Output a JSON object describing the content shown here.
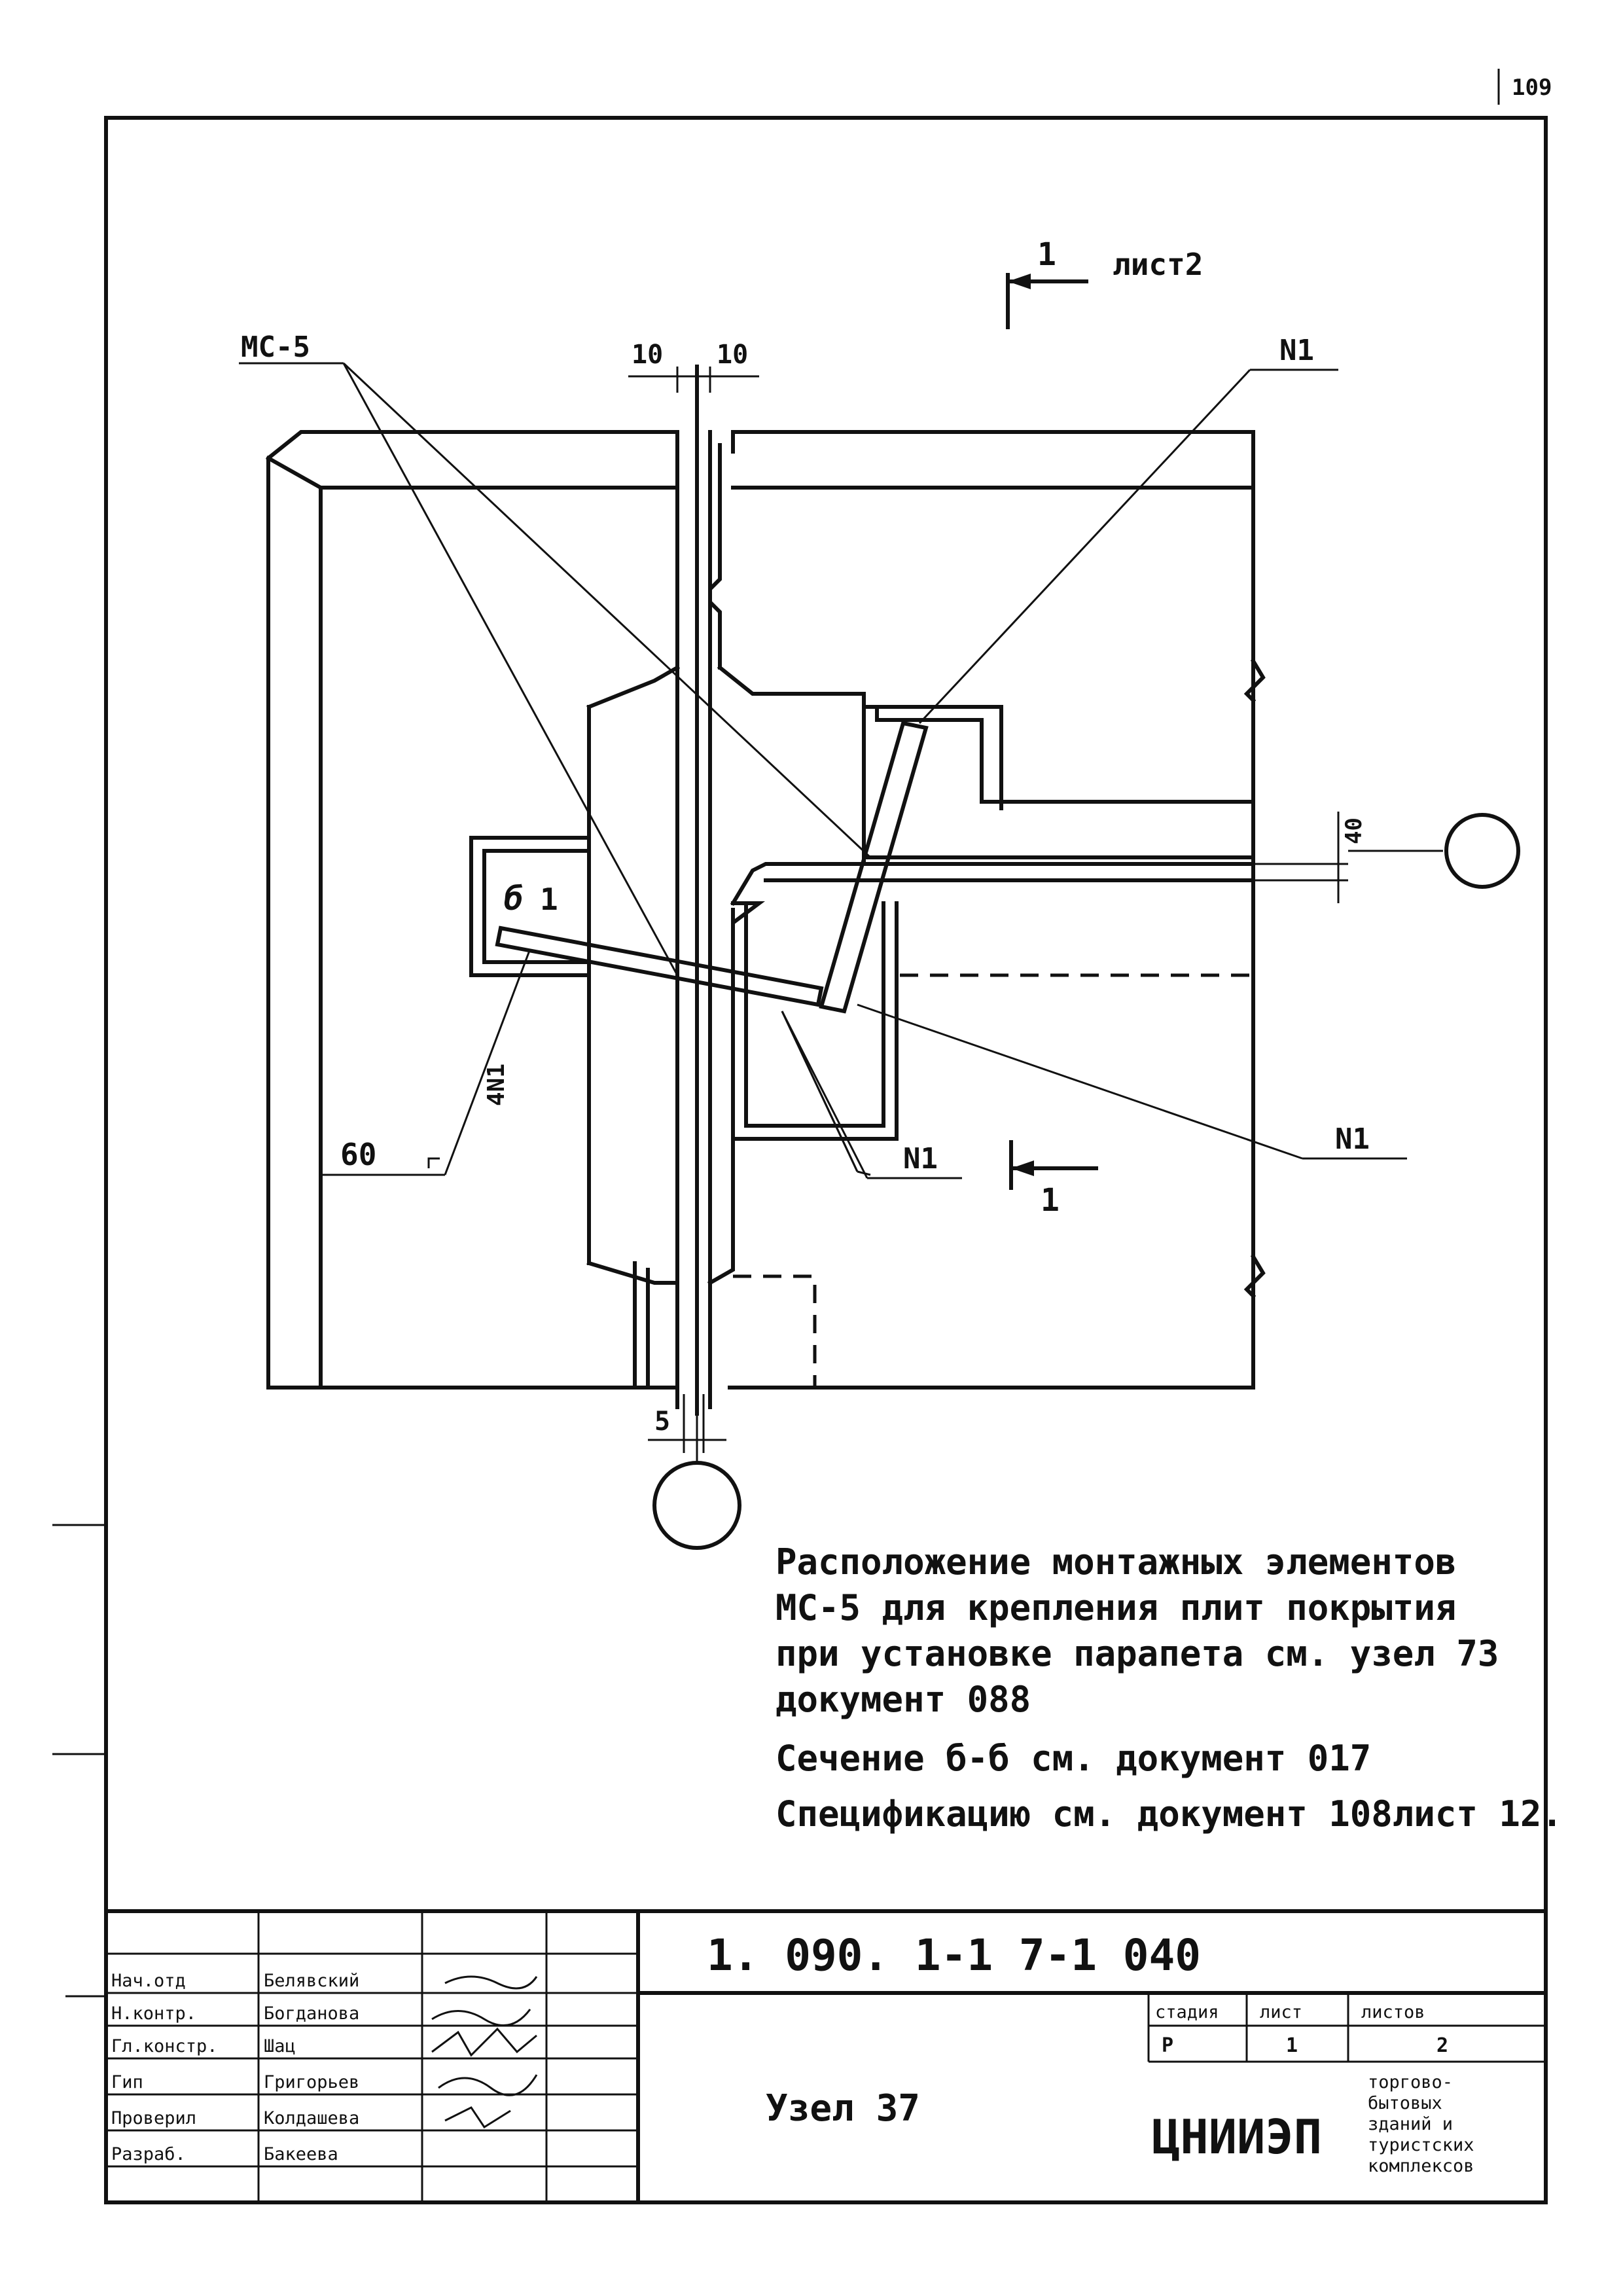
{
  "sheet_number": "109",
  "labels": {
    "mc5": "МС-5",
    "section_mark": "1",
    "section_sheet": "лист2",
    "section_mark_bottom": "1",
    "n1": "N1",
    "dim_10a": "10",
    "dim_10b": "10",
    "dim_5": "5",
    "dim_40": "40",
    "dim_60": "60",
    "cut_b": "б",
    "cut_num": "1",
    "qty_4n1": "4N1"
  },
  "notes": [
    "Расположение монтажных элементов",
    "МС-5 для крепления плит покрытия",
    "при установке парапета см. узел 73",
    "документ 088",
    "Сечение б-б см. документ 017",
    "Спецификацию см. документ 108лист 12."
  ],
  "title_block": {
    "doc_code": "1. 090. 1-1 7-1 040",
    "title": "Узел 37",
    "org": "ЦНИИЭП",
    "org_desc": [
      "торгово-",
      "бытовых",
      "зданий и",
      "туристских",
      "комплексов"
    ],
    "stage_header": "стадия",
    "sheet_header": "лист",
    "sheets_header": "листов",
    "stage": "Р",
    "sheet": "1",
    "sheets": "2",
    "roles": [
      "Нач.отд",
      "Н.контр.",
      "Гл.констр.",
      "Гип",
      "Проверил",
      "Разраб."
    ],
    "names": [
      "Белявский",
      "Богданова",
      "Шац",
      "Григорьев",
      "Колдашева",
      "Бакеева"
    ]
  }
}
